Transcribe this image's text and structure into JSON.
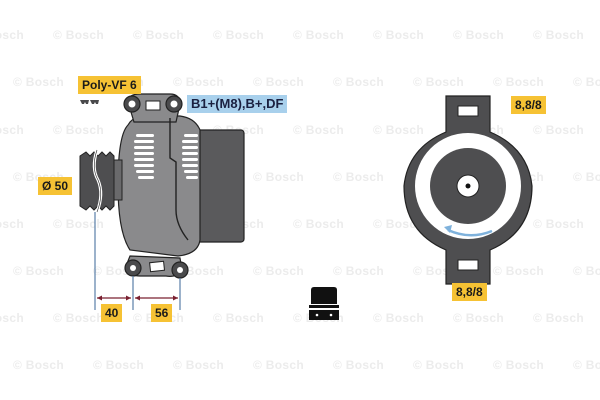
{
  "watermark": {
    "text": "© Bosch",
    "color": "#ececec"
  },
  "labels": {
    "belt_type": "Poly-VF 6",
    "terminals": "B1+(M8),B+,DF",
    "pulley_diameter": "Ø 50",
    "dim_left": "40",
    "dim_right": "56",
    "mount_top": "8,8/8",
    "mount_bottom": "8,8/8"
  },
  "colors": {
    "label_yellow": "#f6c234",
    "label_blue": "#a8d0ec",
    "body_dark": "#5a5a5c",
    "body_mid": "#8a8a8c",
    "body_light": "#b4b4b6",
    "dim_line_blue": "#5a7fa8",
    "dim_arrow_red": "#7a2030",
    "rotation_arrow": "#7fb2dc"
  },
  "icons": {
    "belt_profile": "belt-profile-icon",
    "connector_plug": "connector-plug-icon",
    "rotation_direction": "rotation-arrow-icon"
  }
}
